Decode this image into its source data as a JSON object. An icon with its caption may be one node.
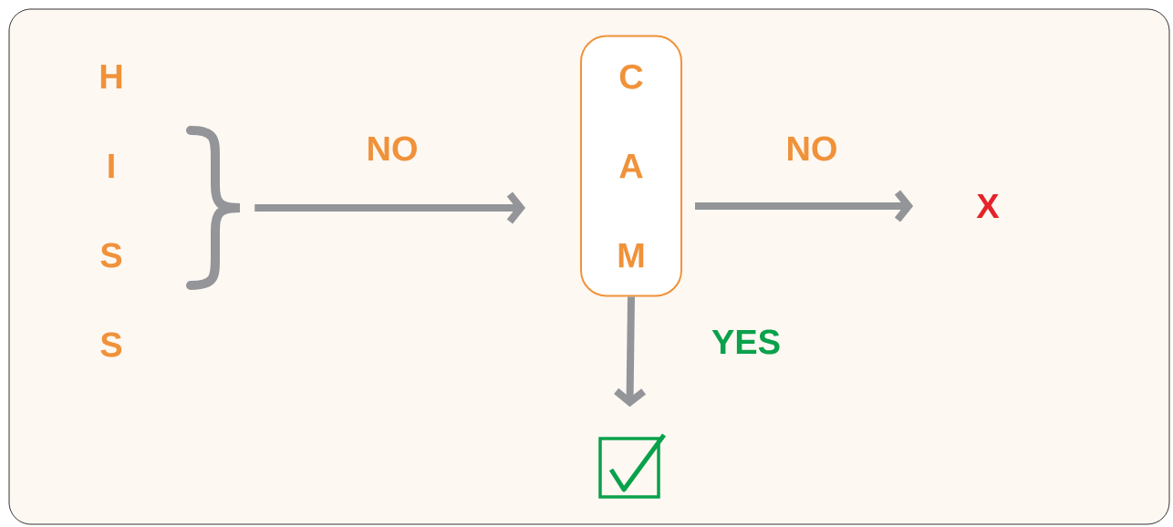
{
  "diagram": {
    "nodes": [
      {
        "text": [],
        "shape": "brace"
      },
      {
        "text": [
          "C A M"
        ]
      },
      {
        "text": [
          "X"
        ]
      },
      {
        "text": [],
        "shape": "picture"
      }
    ],
    "edges": [
      {
        "from": 0,
        "to": 1,
        "arrow": "to",
        "label": "NO"
      },
      {
        "from": 1,
        "to": 2,
        "arrow": "to",
        "label": "NO"
      },
      {
        "from": 1,
        "to": 3,
        "arrow": "to",
        "label": "YES"
      }
    ],
    "labels": [
      "H",
      "I",
      "S",
      "S"
    ]
  }
}
